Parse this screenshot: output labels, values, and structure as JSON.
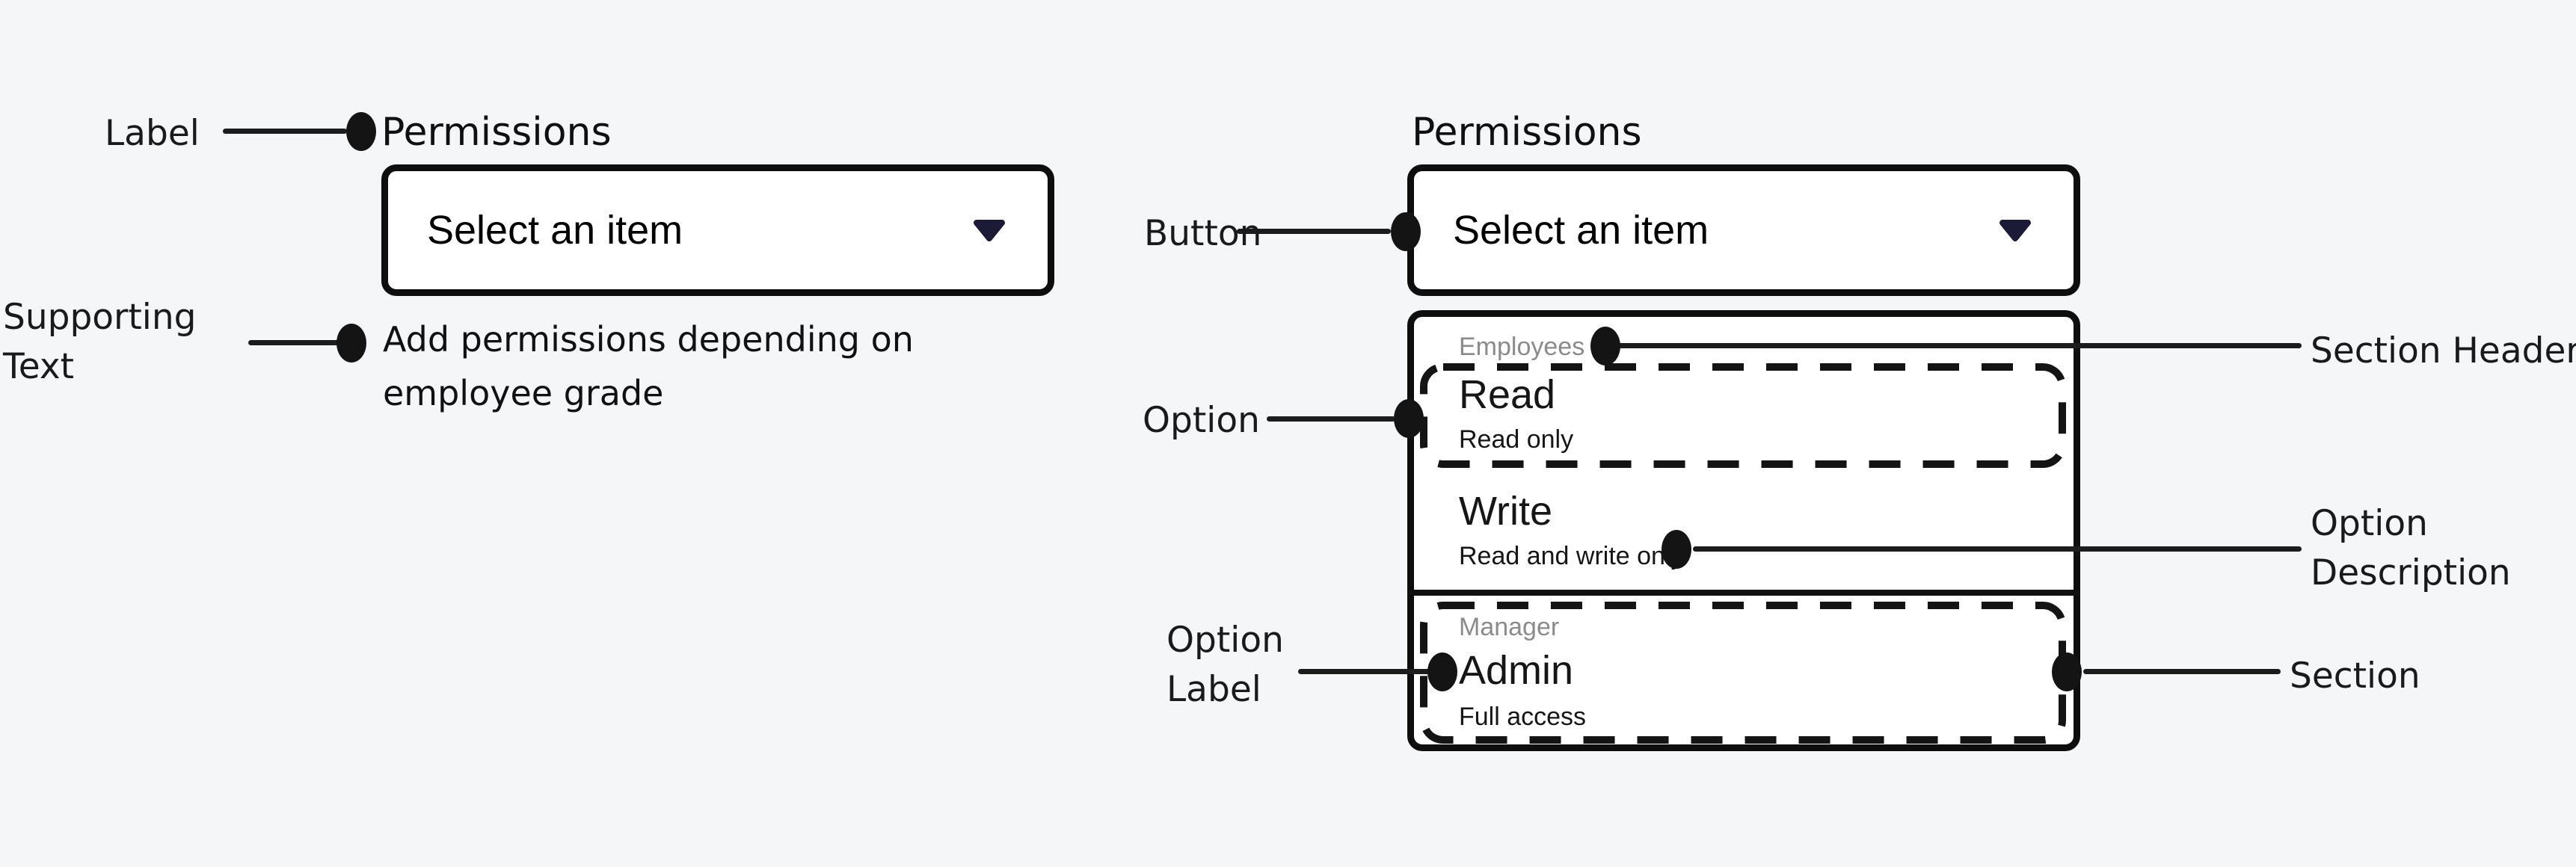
{
  "colors": {
    "page_background": "#f5f6f8",
    "surface": "#ffffff",
    "border": "#0e0e0e",
    "text_primary": "#111111",
    "text_secondary": "#8b8b8b",
    "chevron": "#1b1b38",
    "annotation_ink": "#1a1a1a"
  },
  "icons": {
    "chevron_down": "▼"
  },
  "left": {
    "field_label": "Permissions",
    "button_text": "Select an item",
    "supporting_text": {
      "line1": "Add permissions depending on",
      "line2": "employee grade"
    }
  },
  "right": {
    "field_label": "Permissions",
    "button_text": "Select an item",
    "menu": {
      "sections": [
        {
          "header": "Employees",
          "options": [
            {
              "label": "Read",
              "description": "Read only"
            },
            {
              "label": "Write",
              "description": "Read and write only"
            }
          ]
        },
        {
          "header": "Manager",
          "options": [
            {
              "label": "Admin",
              "description": "Full access"
            }
          ]
        }
      ]
    }
  },
  "annotations": {
    "label": "Label",
    "supporting_text": {
      "line1": "Supporting",
      "line2": "Text"
    },
    "button": "Button",
    "option": "Option",
    "section_header": "Section Header",
    "option_description": {
      "line1": "Option",
      "line2": "Description"
    },
    "option_label": {
      "line1": "Option",
      "line2": "Label"
    },
    "section": "Section"
  }
}
